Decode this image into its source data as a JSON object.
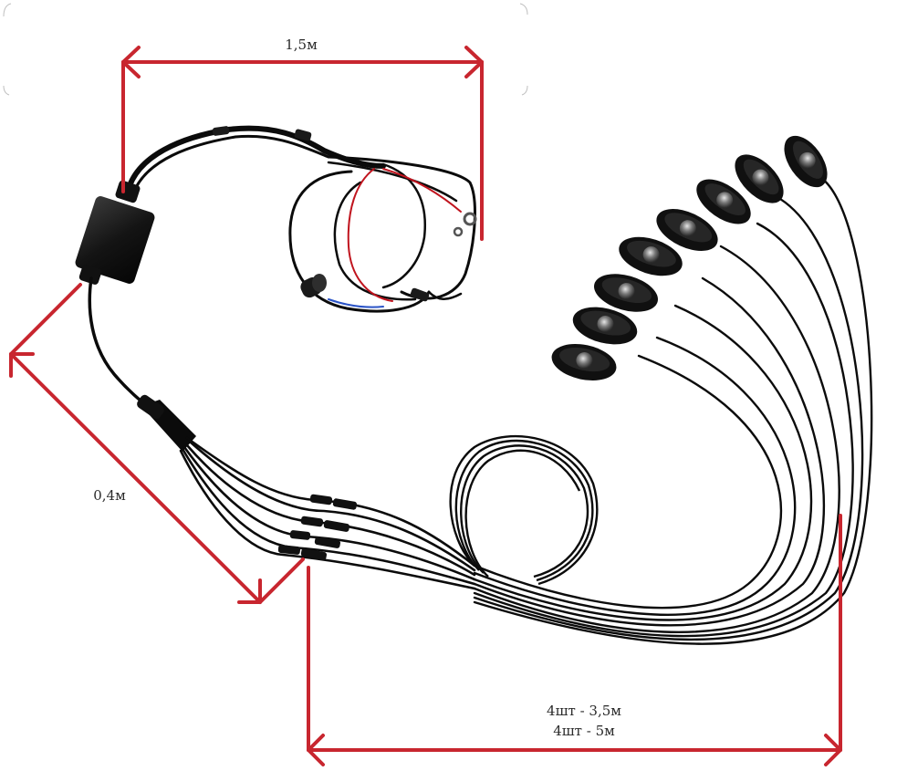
{
  "colors": {
    "dimension_arrow": "#c8262f",
    "cable": "#0b0b0b",
    "red_wire": "#c0141e",
    "blue_wire": "#2b54c7",
    "lens": "#6b6b6b",
    "background": "#ffffff"
  },
  "labels": {
    "controller_cable_length": "1,5м",
    "splitter_cable_length": "0,4м",
    "pod_cable_length_1": "4шт - 3,5м",
    "pod_cable_length_2": "4шт - 5м"
  },
  "parts": {
    "controller": "control-box",
    "power_harness": "power-wiring-harness",
    "splitter": "8-way-splitter",
    "pods": [
      "led-rock-light",
      "led-rock-light",
      "led-rock-light",
      "led-rock-light",
      "led-rock-light",
      "led-rock-light",
      "led-rock-light",
      "led-rock-light"
    ]
  }
}
